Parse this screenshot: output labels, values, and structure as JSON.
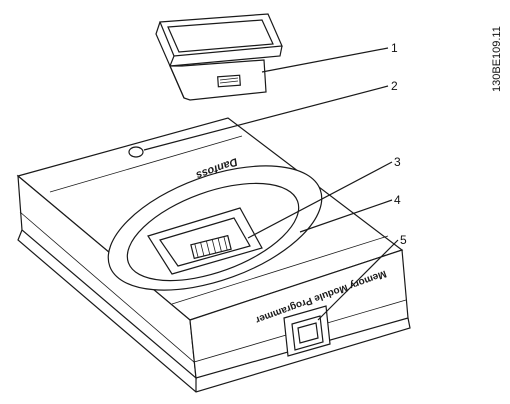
{
  "figure": {
    "document_id": "130BE109.11",
    "callouts": [
      "1",
      "2",
      "3",
      "4",
      "5"
    ],
    "device_label": "Memory Module Programmer",
    "brand_logo_text": "Danfoss"
  }
}
